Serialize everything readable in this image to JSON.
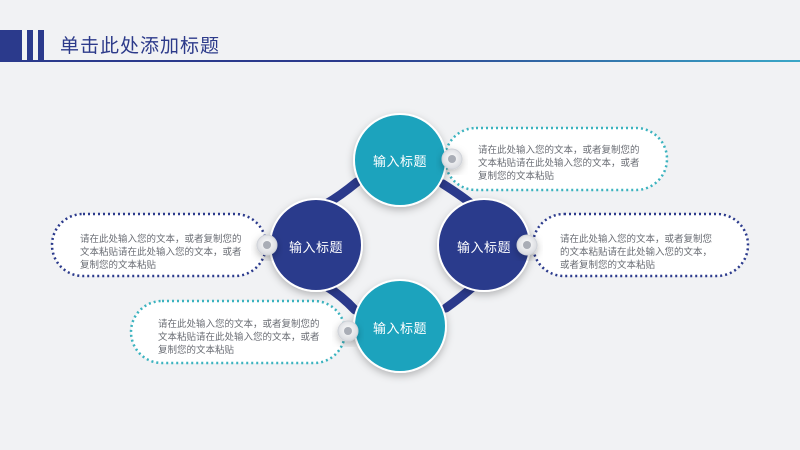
{
  "slide": {
    "title": "单击此处添加标题"
  },
  "circles": [
    {
      "label": "输入标题",
      "color": "#1aa3bd"
    },
    {
      "label": "输入标题",
      "color": "#2b3a8c"
    },
    {
      "label": "输入标题",
      "color": "#2b3a8c"
    },
    {
      "label": "输入标题",
      "color": "#1aa3bd"
    }
  ],
  "bubbles": [
    {
      "text": "请在此处输入您的文本，或者复制您的文本粘贴请在此处输入您的文本，或者复制您的文本粘贴",
      "border_color": "#3bb3bf"
    },
    {
      "text": "请在此处输入您的文本，或者复制您的文本粘贴请在此处输入您的文本，或者复制您的文本粘贴",
      "border_color": "#2b3a8c"
    },
    {
      "text": "请在此处输入您的文本，或者复制您的文本粘贴请在此处输入您的文本，或者复制您的文本粘贴",
      "border_color": "#2b3a8c"
    },
    {
      "text": "请在此处输入您的文本，或者复制您的文本粘贴请在此处输入您的文本，或者复制您的文本粘贴",
      "border_color": "#3bb3bf"
    }
  ],
  "colors": {
    "navy": "#2b3a8c",
    "teal": "#1aa3bd",
    "background": "#f1f2f4"
  }
}
